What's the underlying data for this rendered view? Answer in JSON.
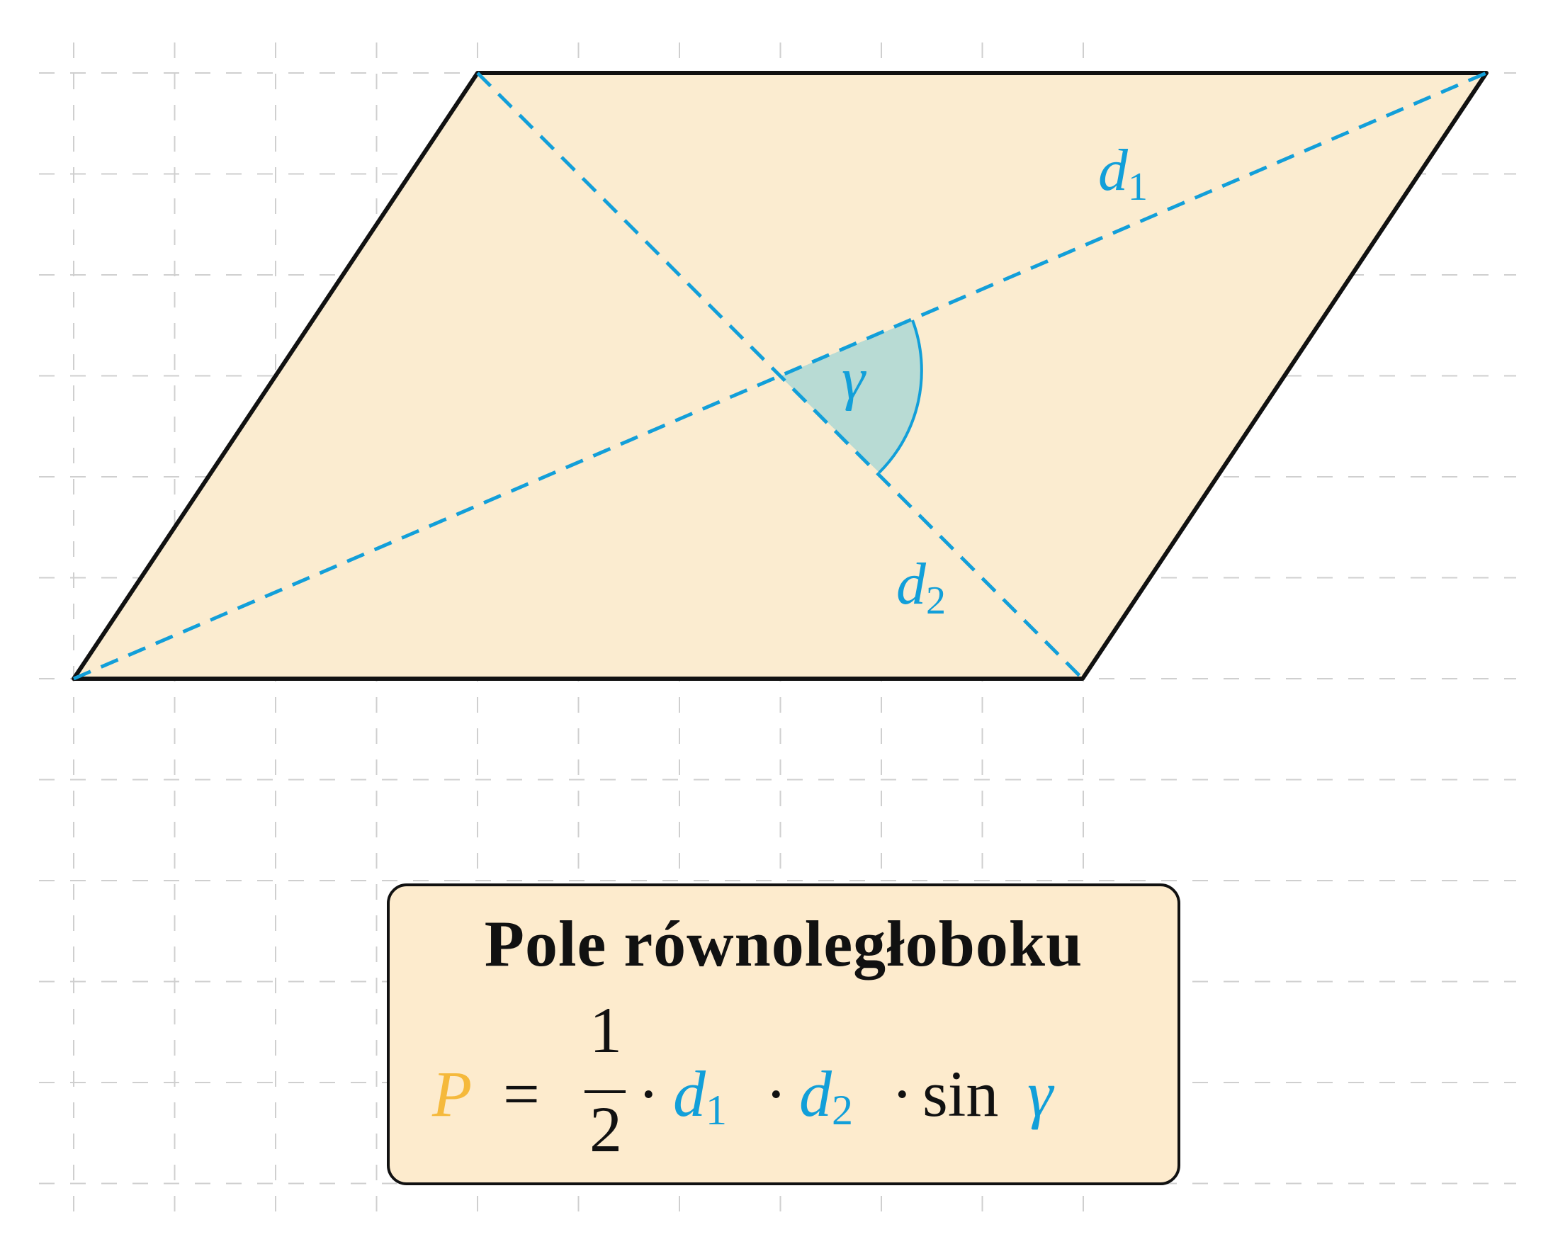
{
  "labels": {
    "d1": "d",
    "d1_sub": "1",
    "d2": "d",
    "d2_sub": "2",
    "angle": "γ"
  },
  "box": {
    "title": "Pole równoległoboku",
    "formula": {
      "lhs": "P",
      "equals": "=",
      "numerator": "1",
      "denominator": "2",
      "dot": "·",
      "d1": "d",
      "d1_sub": "1",
      "d2": "d",
      "d2_sub": "2",
      "func": "sin",
      "angle": "γ"
    }
  },
  "colors": {
    "fill": "#fbecd0",
    "outline": "#111111",
    "diagonal": "#129fd9",
    "angle_fill": "#b8dbd4",
    "highlight": "#f5b93c",
    "grid": "#cfcfcf",
    "box_fill": "#fdebcd"
  }
}
